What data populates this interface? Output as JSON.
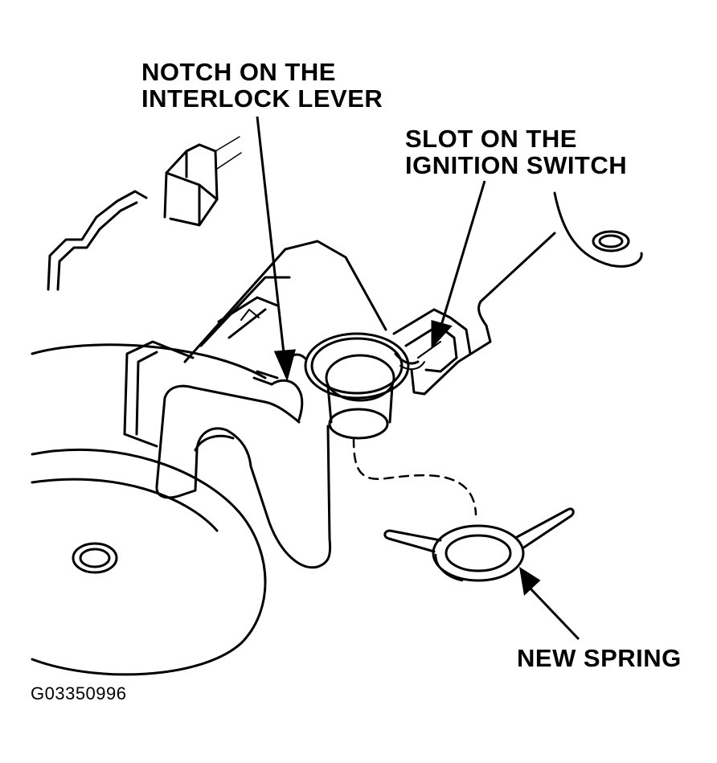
{
  "labels": {
    "notch_line1": "NOTCH ON THE",
    "notch_line2": "INTERLOCK LEVER",
    "slot_line1": "SLOT ON THE",
    "slot_line2": "IGNITION SWITCH",
    "spring": "NEW SPRING"
  },
  "figure_id": "G03350996",
  "colors": {
    "ink": "#000000",
    "paper": "#ffffff"
  }
}
